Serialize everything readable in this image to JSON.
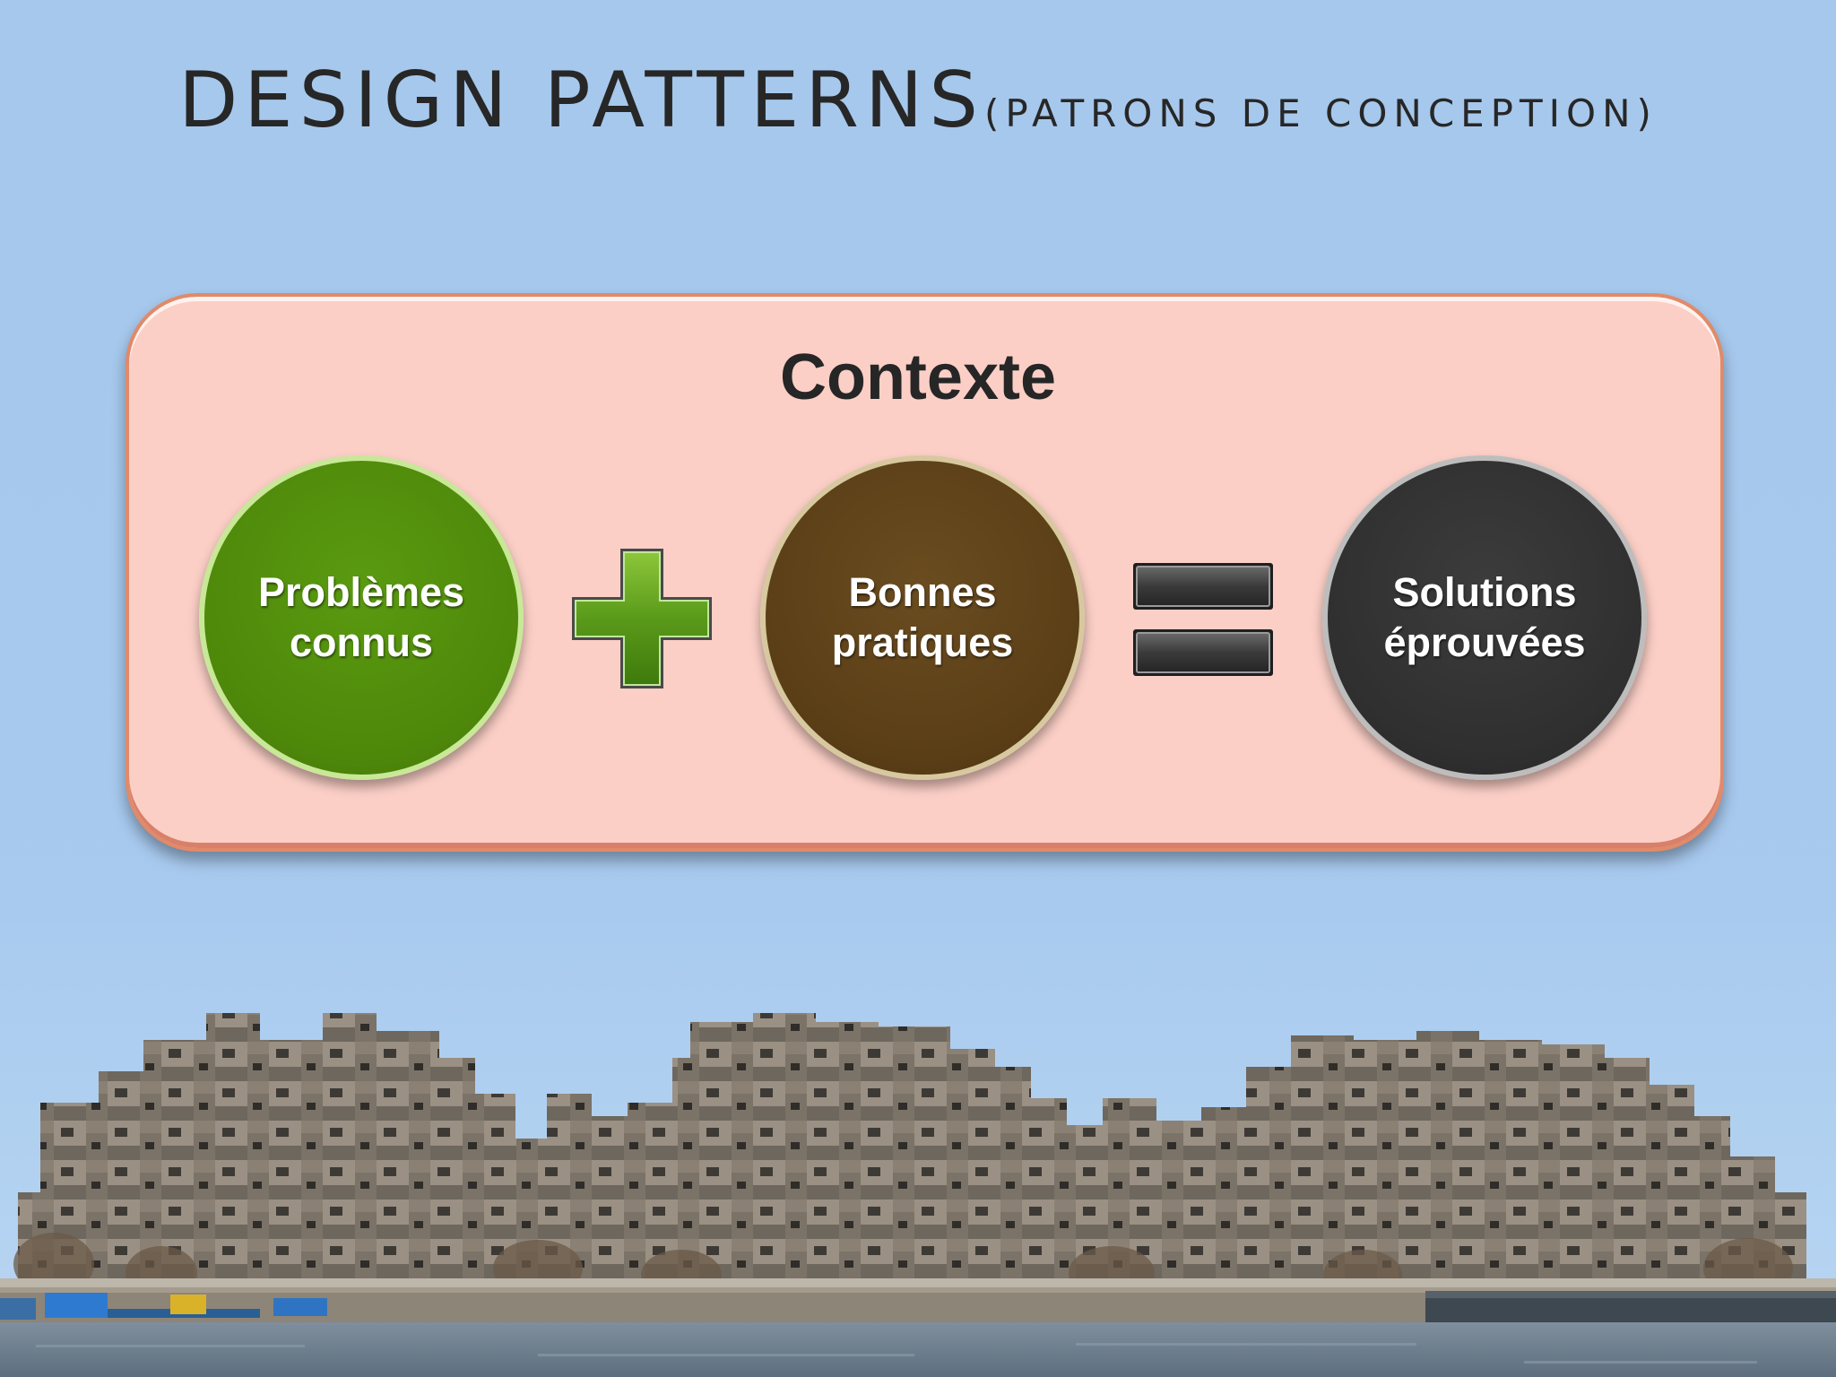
{
  "slide": {
    "title_main": "DESIGN PATTERNS",
    "title_sub": "(PATRONS DE CONCEPTION)"
  },
  "diagram": {
    "context_label": "Contexte",
    "nodes": [
      {
        "id": "problems",
        "label": "Problèmes connus",
        "color": "#4e880a"
      },
      {
        "id": "practices",
        "label": "Bonnes pratiques",
        "color": "#5a3e16"
      },
      {
        "id": "solutions",
        "label": "Solutions éprouvées",
        "color": "#2f2f2f"
      }
    ],
    "operators": [
      "plus",
      "equals"
    ],
    "box_color": "#fbcfc6"
  },
  "photo": {
    "icon": "habitat-67-building-photo"
  }
}
